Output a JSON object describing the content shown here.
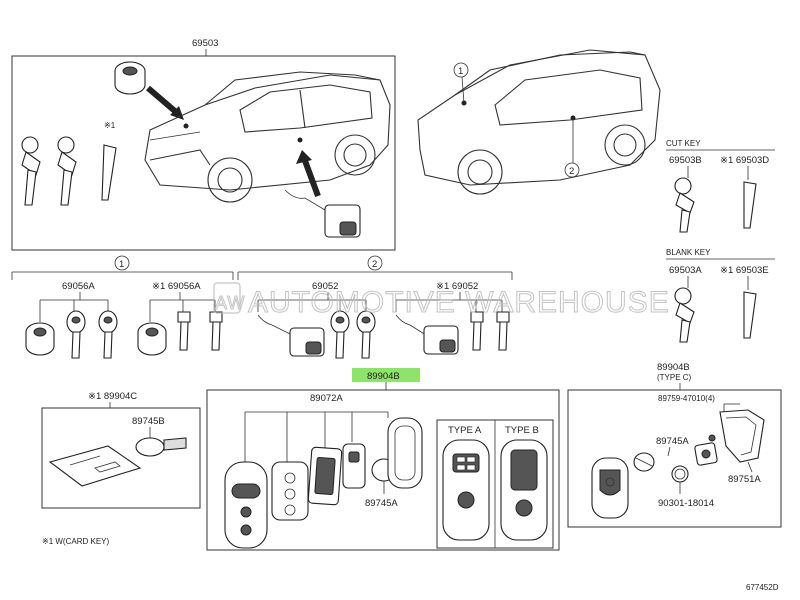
{
  "labels": {
    "l69503": "69503",
    "circle1_car": "1",
    "circle2_car": "2",
    "note1_key": "※1",
    "cut_key": "CUT KEY",
    "l69503B": "69503B",
    "l69503D": "※1 69503D",
    "blank_key": "BLANK KEY",
    "l69503A": "69503A",
    "l69503E": "※1 69503E",
    "circle1_mid": "1",
    "circle2_mid": "2",
    "l69056A": "69056A",
    "l69056A_note": "※1 69056A",
    "l69052": "69052",
    "l69052_note": "※1 69052",
    "l89904B_main": "89904B",
    "l89904C": "※1 89904C",
    "l89745B": "89745B",
    "l89072A": "89072A",
    "l89745A_mid": "89745A",
    "type_a": "TYPE A",
    "type_b": "TYPE B",
    "l89904B_right": "89904B",
    "type_c": "(TYPE C)",
    "l89759": "89759-47010(4)",
    "l89745A_right": "89745A",
    "l89751A": "89751A",
    "l90301": "90301-18014",
    "card_note": "※1 W(CARD KEY)",
    "diagram_code": "677452D"
  },
  "watermark": {
    "logo": "AW",
    "text": "AUTOMOTIVE WAREHOUSE"
  },
  "colors": {
    "highlight": "#8ee36a",
    "line": "#333333",
    "watermark": "#bdbdbd"
  }
}
